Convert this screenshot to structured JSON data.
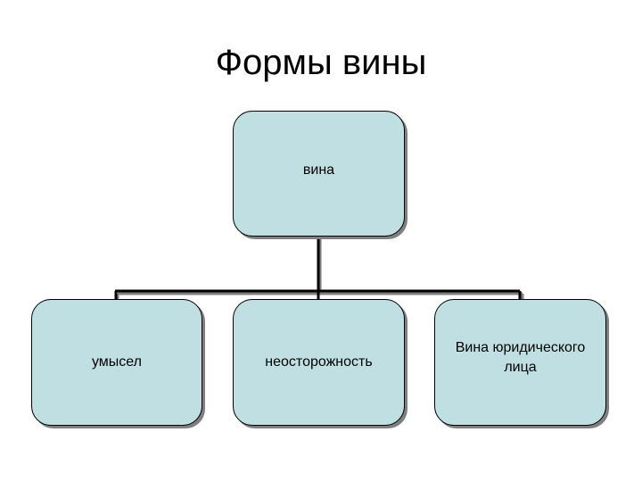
{
  "title": "Формы вины",
  "root": {
    "label": "вина"
  },
  "children": [
    {
      "label": "умысел"
    },
    {
      "label": "неосторожность"
    },
    {
      "label": "Вина юридического лица"
    }
  ],
  "colors": {
    "node_fill": "#c0dfe3",
    "node_border": "#000000",
    "node_shadow": "#7f7f7f",
    "connector": "#000000"
  }
}
